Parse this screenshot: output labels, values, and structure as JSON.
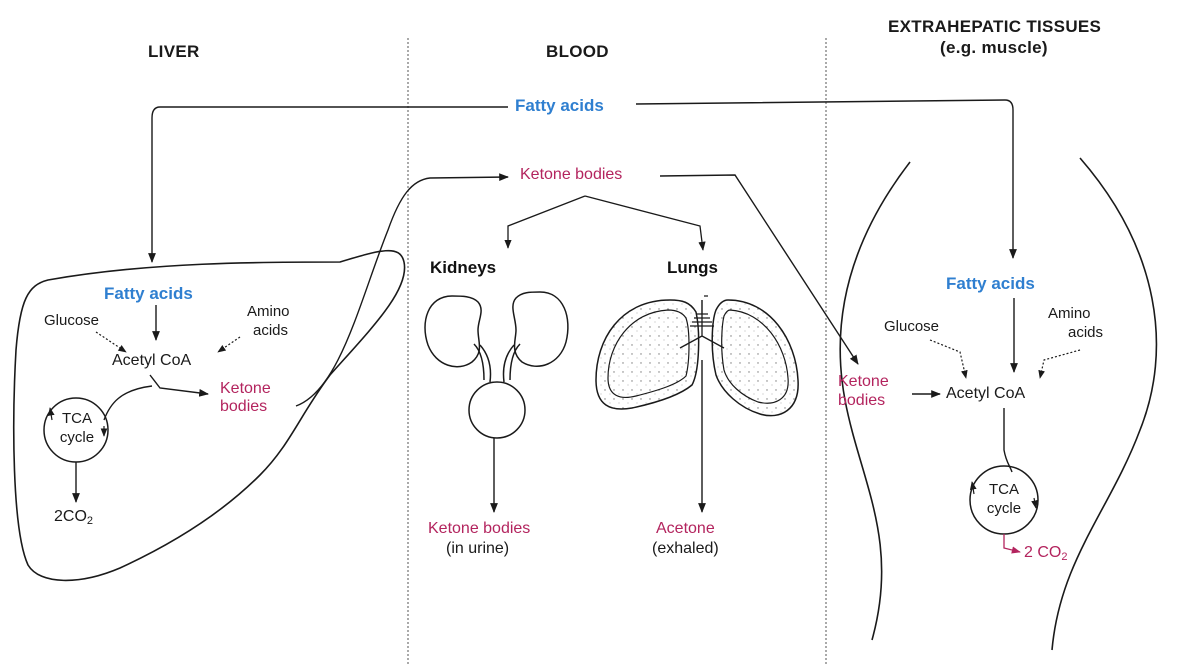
{
  "headers": {
    "liver": "LIVER",
    "blood": "BLOOD",
    "extra": "EXTRAHEPATIC TISSUES",
    "extra_sub": "(e.g. muscle)"
  },
  "top": {
    "fatty_acids": "Fatty acids",
    "ketone_bodies": "Ketone bodies"
  },
  "liver": {
    "fatty_acids": "Fatty acids",
    "glucose": "Glucose",
    "amino_1": "Amino",
    "amino_2": "acids",
    "acetyl_coa": "Acetyl CoA",
    "ketone_1": "Ketone",
    "ketone_2": "bodies",
    "tca_1": "TCA",
    "tca_2": "cycle",
    "co2_prefix": "2CO",
    "co2_sub": "2"
  },
  "blood": {
    "kidneys": "Kidneys",
    "lungs": "Lungs",
    "urine_ketone": "Ketone bodies",
    "urine_note": "(in urine)",
    "acetone": "Acetone",
    "exhaled": "(exhaled)"
  },
  "extra": {
    "fatty_acids": "Fatty acids",
    "glucose": "Glucose",
    "amino_1": "Amino",
    "amino_2": "acids",
    "ketone_1": "Ketone",
    "ketone_2": "bodies",
    "acetyl_coa": "Acetyl CoA",
    "tca_1": "TCA",
    "tca_2": "cycle",
    "co2_prefix": "2 CO",
    "co2_sub": "2"
  },
  "colors": {
    "blue": "#2f7fd0",
    "pink": "#b3245e",
    "ink": "#1a1a1a"
  }
}
